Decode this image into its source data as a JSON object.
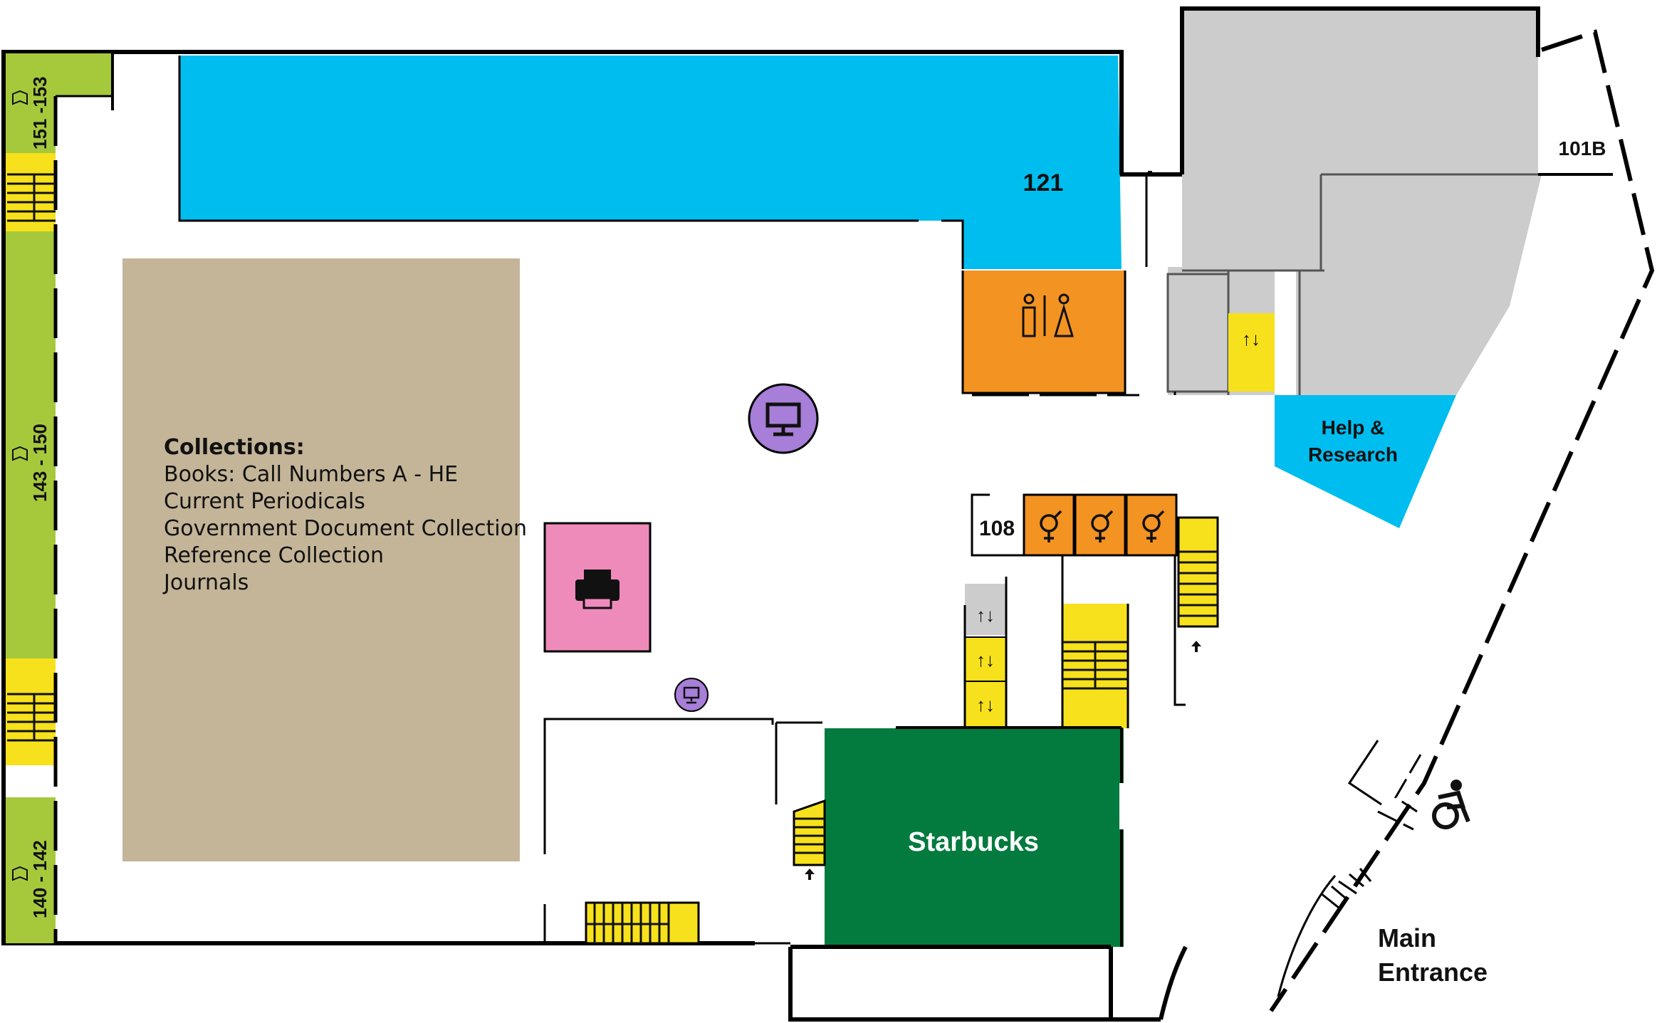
{
  "rooms": {
    "room_121": "121",
    "room_101b": "101B",
    "room_108": "108",
    "help_research": [
      "Help &",
      "Research"
    ],
    "starbucks": "Starbucks",
    "main_entrance": [
      "Main",
      "Entrance"
    ]
  },
  "shelves": {
    "range_top": "151 -153",
    "range_middle": "143 - 150",
    "range_bottom": "140 - 142"
  },
  "collections": {
    "heading": "Collections:",
    "items": [
      "Books: Call Numbers A - HE",
      "Current Periodicals",
      "Government Document Collection",
      "Reference Collection",
      "Journals"
    ]
  },
  "icons": {
    "restroom": "restroom-icon",
    "all_gender_restroom": "all-gender-restroom-icon",
    "elevator": "elevator-icon",
    "computer": "computer-icon",
    "printer": "printer-icon",
    "accessible": "wheelchair-icon",
    "stairs": "stairs-icon",
    "up_arrow": "up-arrow-icon"
  },
  "colors": {
    "study_room_blue": "#00BDEF",
    "restroom_orange": "#F39322",
    "stairs_yellow": "#F7E11C",
    "shelves_green": "#A6C93C",
    "collections_tan": "#C4B598",
    "printer_pink": "#EE8BBA",
    "computer_purple": "#A77ED8",
    "starbucks_green": "#037A3E",
    "staff_gray": "#CCCCCC"
  }
}
